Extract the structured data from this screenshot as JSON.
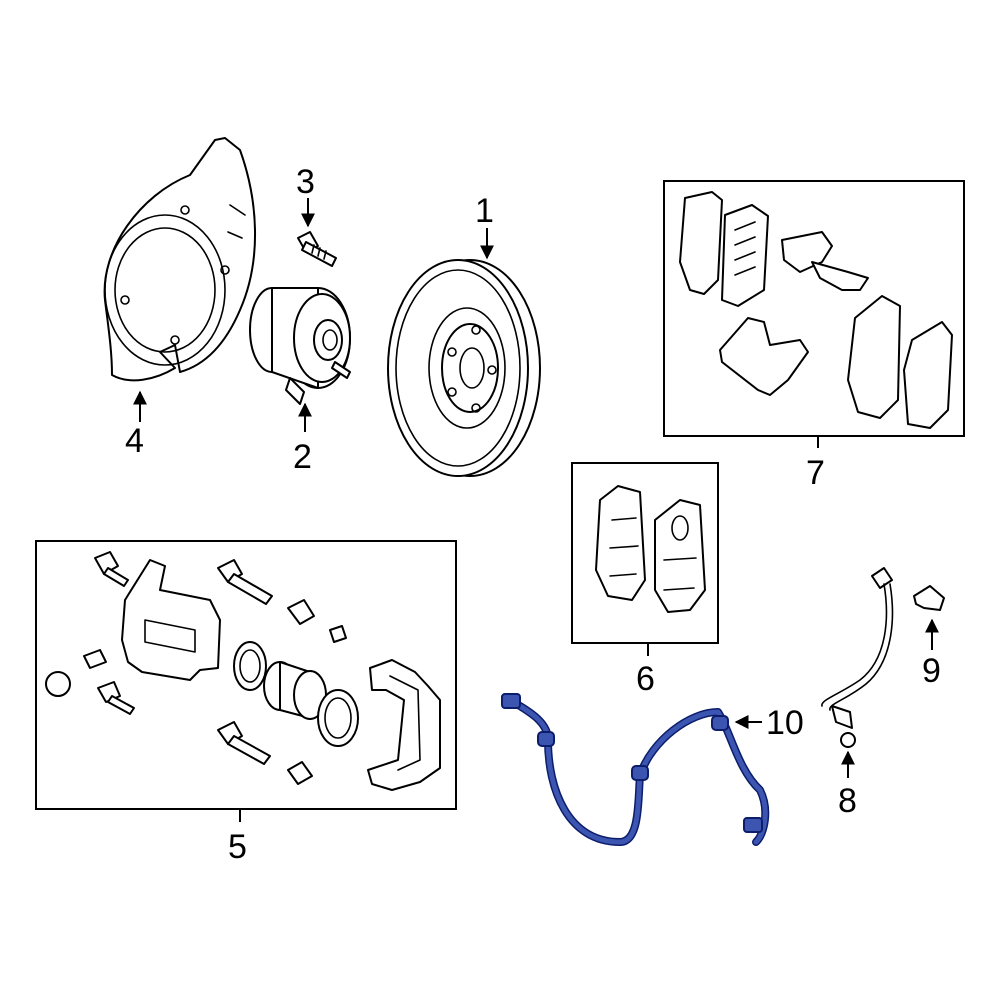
{
  "callouts": {
    "c1": "1",
    "c2": "2",
    "c3": "3",
    "c4": "4",
    "c5": "5",
    "c6": "6",
    "c7": "7",
    "c8": "8",
    "c9": "9",
    "c10": "10"
  },
  "highlight": {
    "part": "10",
    "fill": "#3b55b0",
    "outline": "#0b1d6b"
  }
}
